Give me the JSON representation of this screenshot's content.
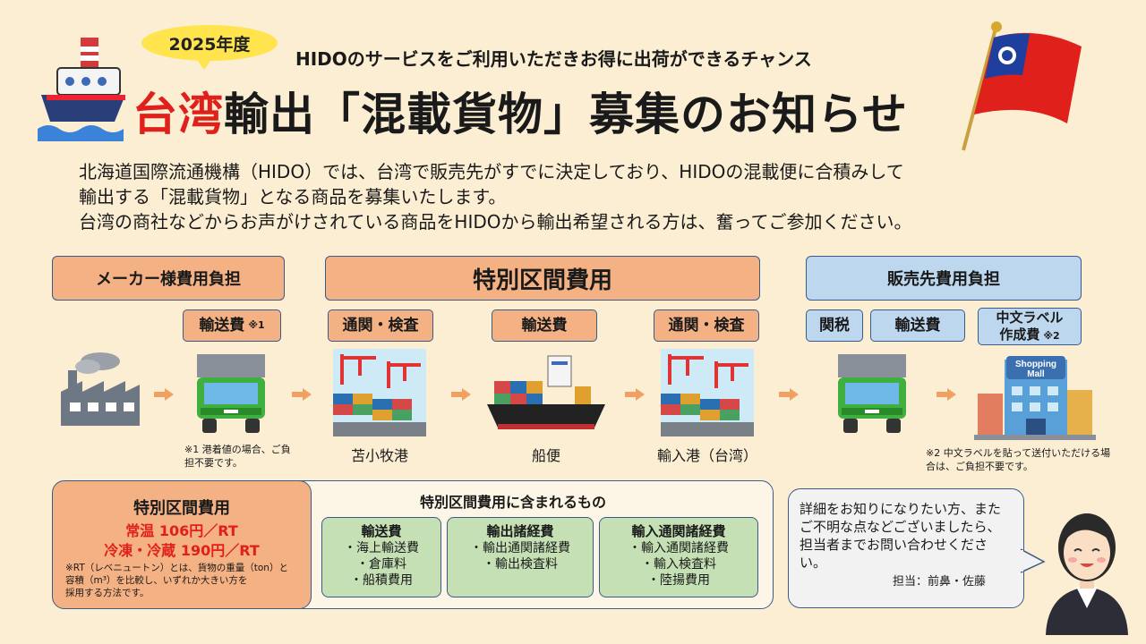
{
  "header": {
    "year": "2025年度",
    "subtitle": "HIDOのサービスをご利用いただきお得に出荷ができるチャンス",
    "title_red": "台湾",
    "title_rest": "輸出「混載貨物」募集のお知らせ"
  },
  "intro": {
    "line1": "北海道国際流通機構（HIDO）では、台湾で販売先がすでに決定しており、HIDOの混載便に合積みして",
    "line2": "輸出する「混載貨物」となる商品を募集いたします。",
    "line3": "台湾の商社などからお声がけされている商品をHIDOから輸出希望される方は、奮ってご参加ください。"
  },
  "categories": {
    "maker": "メーカー様費用負担",
    "special": "特別区間費用",
    "buyer": "販売先費用負担"
  },
  "tags": {
    "transport1": "輸送費",
    "transport1_note": "※1",
    "customs1": "通関・検査",
    "transport2": "輸送費",
    "customs2": "通関・検査",
    "duty": "関税",
    "transport3": "輸送費",
    "label_fee_line1": "中文ラベル",
    "label_fee_line2": "作成費",
    "label_fee_note": "※2"
  },
  "captions": {
    "port1": "苫小牧港",
    "ship": "船便",
    "port2": "輸入港（台湾）"
  },
  "notes": {
    "note1": "※1 港着値の場合、ご負担不要です。",
    "note2": "※2 中文ラベルを貼って送付いただける場合は、ご負担不要です。"
  },
  "icons": {
    "mall_sign_line1": "Shopping",
    "mall_sign_line2": "Mall"
  },
  "cost": {
    "title": "特別区間費用",
    "normal": "常温 106円／RT",
    "cold": "冷凍・冷蔵 190円／RT",
    "rt_note_line1": "※RT（レベニュートン）とは、貨物の重量（ton）と",
    "rt_note_line2": "容積（m³）を比較し、いずれか大きい方を",
    "rt_note_line3": "採用する方法です。"
  },
  "includes": {
    "title": "特別区間費用に含まれるもの",
    "groups": [
      {
        "title": "輸送費",
        "items": [
          "・海上輸送費",
          "・倉庫料",
          "・船積費用"
        ]
      },
      {
        "title": "輸出諸経費",
        "items": [
          "・輸出通関諸経費",
          "・輸出検査料"
        ]
      },
      {
        "title": "輸入通関諸経費",
        "items": [
          "・輸入通関諸経費",
          "・輸入検査料",
          "・陸揚費用"
        ]
      }
    ]
  },
  "contact": {
    "line1": "詳細をお知りになりたい方、また",
    "line2": "ご不明な点などございましたら、",
    "line3": "担当者までお問い合わせくださ",
    "line4": "い。",
    "person": "担当：前鼻・佐藤"
  },
  "colors": {
    "background": "#fbeed3",
    "orange": "#f4b183",
    "blue": "#bdd7ee",
    "green": "#c5e0b4",
    "title_red": "#e0201a",
    "cost_red": "#e0201a",
    "border": "#3a5a8a"
  }
}
